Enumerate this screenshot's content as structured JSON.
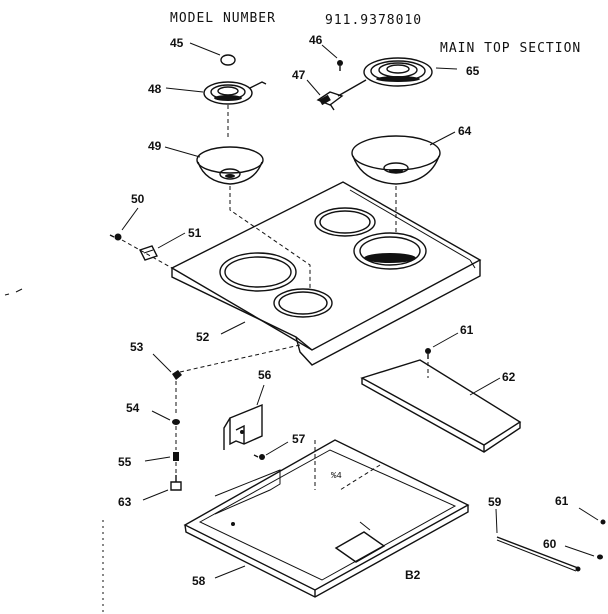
{
  "header": {
    "model_label": "MODEL NUMBER",
    "model_number": "911.9378010",
    "section": "MAIN TOP SECTION"
  },
  "page_code": "B2",
  "parts": {
    "p45": "45",
    "p46": "46",
    "p47": "47",
    "p48": "48",
    "p49": "49",
    "p50": "50",
    "p51": "51",
    "p52": "52",
    "p53": "53",
    "p54": "54",
    "p55": "55",
    "p56": "56",
    "p57": "57",
    "p58": "58",
    "p59": "59",
    "p60": "60",
    "p61a": "61",
    "p61b": "61",
    "p62": "62",
    "p63": "63",
    "p64": "64",
    "p65": "65"
  }
}
